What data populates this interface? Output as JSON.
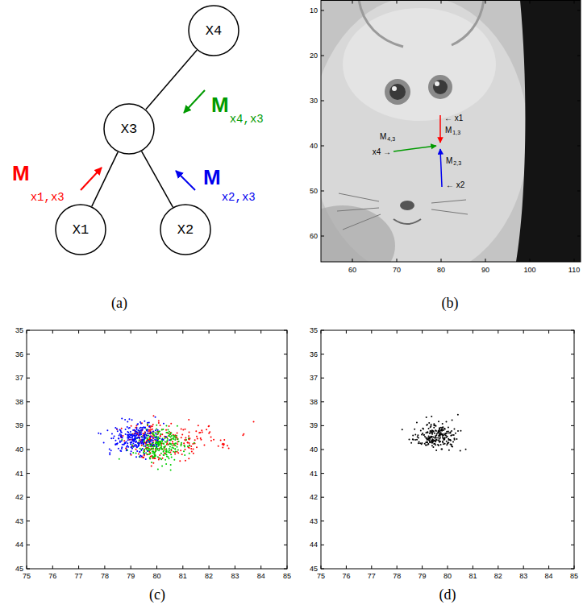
{
  "diagram": {
    "nodes": [
      {
        "text": [
          "X4"
        ]
      },
      {
        "text": [
          "X3"
        ]
      },
      {
        "text": [
          "X1"
        ]
      },
      {
        "text": [
          "X2"
        ]
      }
    ],
    "edges": [
      {
        "from": 0,
        "to": 1,
        "arrow": "none"
      },
      {
        "from": 1,
        "to": 2,
        "arrow": "none"
      },
      {
        "from": 1,
        "to": 3,
        "arrow": "none"
      }
    ],
    "labels": [
      "M",
      "x1,x3",
      "M",
      "x2,x3",
      "M",
      "x4,x3",
      "(a)",
      "← x1",
      "M",
      "1,3",
      "x4 →",
      "M",
      "4,3",
      "M",
      "2,3",
      "← x2",
      "(b)",
      "10",
      "20",
      "30",
      "40",
      "50",
      "60",
      "60",
      "70",
      "80",
      "90",
      "100",
      "110",
      "35",
      "36",
      "37",
      "38",
      "39",
      "40",
      "41",
      "42",
      "43",
      "44",
      "45",
      "75",
      "76",
      "77",
      "78",
      "79",
      "80",
      "81",
      "82",
      "83",
      "84",
      "85",
      "(c)",
      "35",
      "36",
      "37",
      "38",
      "39",
      "40",
      "41",
      "42",
      "43",
      "44",
      "45",
      "75",
      "76",
      "77",
      "78",
      "79",
      "80",
      "81",
      "82",
      "83",
      "84",
      "85",
      "(d)"
    ]
  }
}
